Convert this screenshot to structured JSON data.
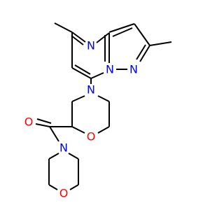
{
  "atoms": {
    "n_pyrimidine": {
      "label": "N",
      "color": "#0000ff"
    },
    "n_bridge": {
      "label": "N",
      "color": "#0000ff"
    },
    "n_pyrazole": {
      "label": "N",
      "color": "#0000ff"
    },
    "n_morpholine_top": {
      "label": "N",
      "color": "#0000ff"
    },
    "o_ring_top": {
      "label": "O",
      "color": "#ff0000"
    },
    "o_carbonyl": {
      "label": "O",
      "color": "#ff0000"
    },
    "n_morpholine_bottom": {
      "label": "N",
      "color": "#0000ff"
    },
    "o_ring_bottom": {
      "label": "O",
      "color": "#ff0000"
    }
  },
  "bond_color": "#000000"
}
